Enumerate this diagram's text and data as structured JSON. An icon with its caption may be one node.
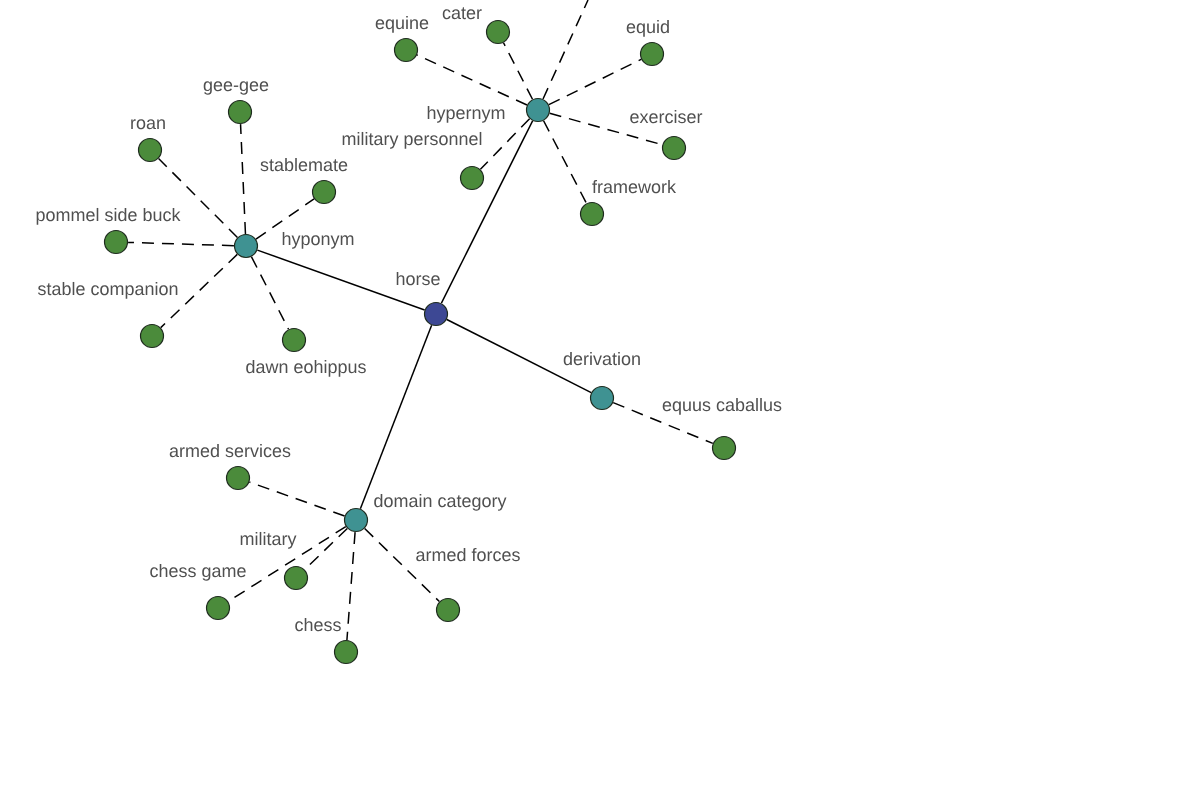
{
  "diagram": {
    "nodes": [
      {
        "text": [
          "horse"
        ]
      },
      {
        "text": [
          "hyponym"
        ]
      },
      {
        "text": [
          "hypernym"
        ]
      },
      {
        "text": [
          "derivation"
        ]
      },
      {
        "text": [
          "domain category"
        ]
      },
      {
        "text": [
          "gee-gee"
        ]
      },
      {
        "text": [
          "roan"
        ]
      },
      {
        "text": [
          "stablemate"
        ]
      },
      {
        "text": [
          "pommel side buck"
        ]
      },
      {
        "text": [
          "stable companion"
        ]
      },
      {
        "text": [
          "dawn eohippus"
        ]
      },
      {
        "text": [
          "cater"
        ]
      },
      {
        "text": [
          "equine"
        ]
      },
      {
        "text": [
          "equid"
        ]
      },
      {
        "text": [
          "exerciser"
        ]
      },
      {
        "text": [
          "military personnel"
        ]
      },
      {
        "text": [
          "framework"
        ]
      },
      {
        "text": [
          "equus caballus"
        ]
      },
      {
        "text": [
          "armed services"
        ]
      },
      {
        "text": [
          "military"
        ]
      },
      {
        "text": [
          "chess game"
        ]
      },
      {
        "text": [
          "armed forces"
        ]
      },
      {
        "text": [
          "chess"
        ]
      }
    ],
    "edges": [
      {
        "from": 0,
        "to": 1,
        "arrow": "none"
      },
      {
        "from": 0,
        "to": 2,
        "arrow": "none"
      },
      {
        "from": 0,
        "to": 3,
        "arrow": "none"
      },
      {
        "from": 0,
        "to": 4,
        "arrow": "none"
      },
      {
        "from": 1,
        "to": 5,
        "arrow": "none",
        "style": "dashed"
      },
      {
        "from": 1,
        "to": 6,
        "arrow": "none",
        "style": "dashed"
      },
      {
        "from": 1,
        "to": 7,
        "arrow": "none",
        "style": "dashed"
      },
      {
        "from": 1,
        "to": 8,
        "arrow": "none",
        "style": "dashed"
      },
      {
        "from": 1,
        "to": 9,
        "arrow": "none",
        "style": "dashed"
      },
      {
        "from": 1,
        "to": 10,
        "arrow": "none",
        "style": "dashed"
      },
      {
        "from": 2,
        "to": 11,
        "arrow": "none",
        "style": "dashed"
      },
      {
        "from": 2,
        "to": 12,
        "arrow": "none",
        "style": "dashed"
      },
      {
        "from": 2,
        "to": 13,
        "arrow": "none",
        "style": "dashed"
      },
      {
        "from": 2,
        "to": 14,
        "arrow": "none",
        "style": "dashed"
      },
      {
        "from": 2,
        "to": 15,
        "arrow": "none",
        "style": "dashed"
      },
      {
        "from": 2,
        "to": 16,
        "arrow": "none",
        "style": "dashed"
      },
      {
        "from": 2,
        "to": null,
        "arrow": "none",
        "style": "dashed"
      },
      {
        "from": 3,
        "to": 17,
        "arrow": "none",
        "style": "dashed"
      },
      {
        "from": 4,
        "to": 18,
        "arrow": "none",
        "style": "dashed"
      },
      {
        "from": 4,
        "to": 19,
        "arrow": "none",
        "style": "dashed"
      },
      {
        "from": 4,
        "to": 20,
        "arrow": "none",
        "style": "dashed"
      },
      {
        "from": 4,
        "to": 21,
        "arrow": "none",
        "style": "dashed"
      },
      {
        "from": 4,
        "to": 22,
        "arrow": "none",
        "style": "dashed"
      }
    ]
  }
}
